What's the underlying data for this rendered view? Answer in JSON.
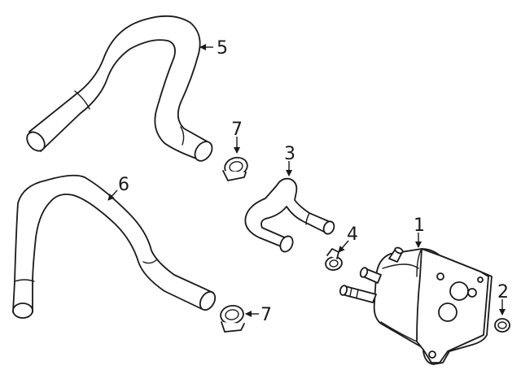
{
  "callouts": {
    "c1": "1",
    "c2": "2",
    "c3": "3",
    "c4": "4",
    "c5": "5",
    "c6": "6",
    "c7a": "7",
    "c7b": "7"
  },
  "colors": {
    "line": "#1a1a1a",
    "background": "#ffffff"
  },
  "icons": [
    "arrow-head-icon"
  ]
}
